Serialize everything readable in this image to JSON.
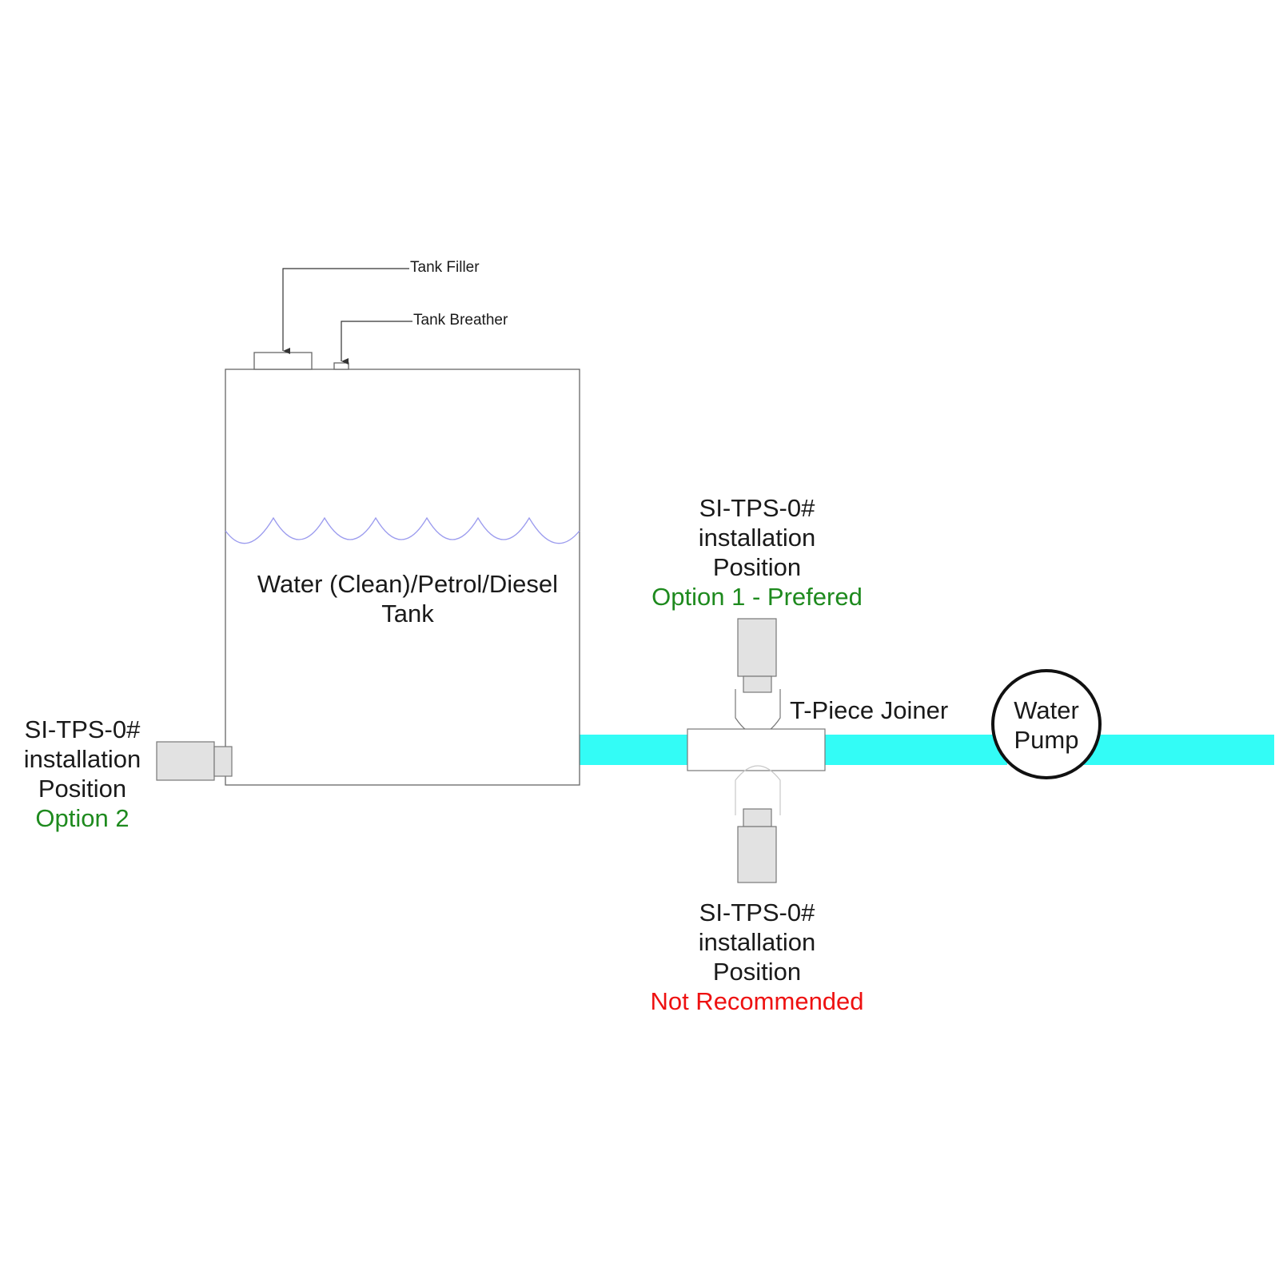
{
  "labels": {
    "tank_filler": "Tank Filler",
    "tank_breather": "Tank Breather",
    "tank_line1": "Water (Clean)/Petrol/Diesel",
    "tank_line2": "Tank",
    "tpiece": "T-Piece Joiner",
    "pump_line1": "Water",
    "pump_line2": "Pump"
  },
  "sensors": {
    "top": {
      "model": "SI-TPS-0#",
      "line2": "installation",
      "line3": "Position",
      "option": "Option 1 - Prefered"
    },
    "left": {
      "model": "SI-TPS-0#",
      "line2": "installation",
      "line3": "Position",
      "option": "Option 2"
    },
    "bottom": {
      "model": "SI-TPS-0#",
      "line2": "installation",
      "line3": "Position",
      "option": "Not Recommended"
    }
  },
  "colors": {
    "pipe": "#33fcf6",
    "water_surface": "#9b9bee",
    "sensor_fill": "#e2e2e2",
    "preferred": "#1e8a1e",
    "not_recommended": "#ee1111"
  }
}
